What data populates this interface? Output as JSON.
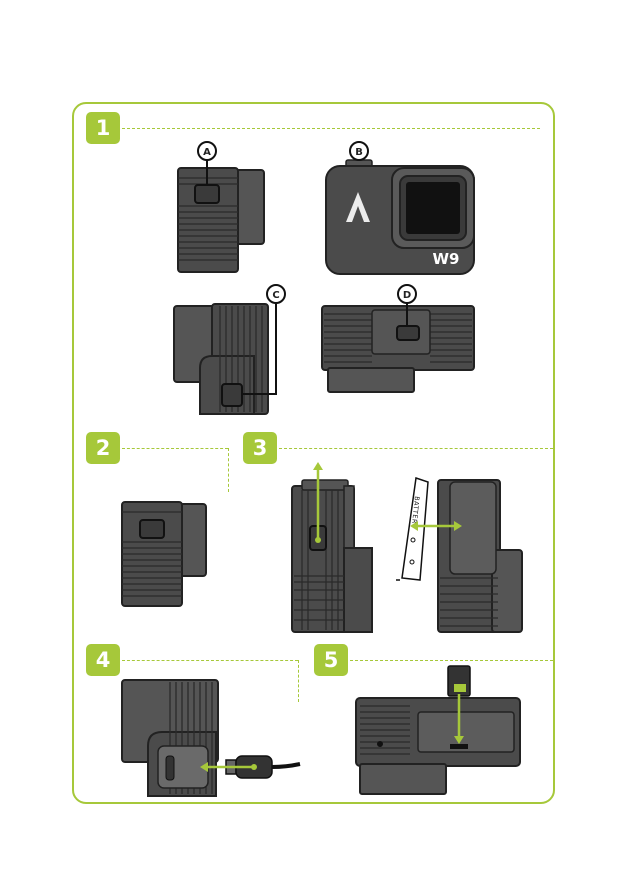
{
  "steps": [
    {
      "number": "1"
    },
    {
      "number": "2"
    },
    {
      "number": "3"
    },
    {
      "number": "4"
    },
    {
      "number": "5"
    }
  ],
  "callouts": {
    "a": "A",
    "b": "B",
    "c": "C",
    "d": "D"
  },
  "camera": {
    "model_label": "W9",
    "battery_label": "BATTERY"
  },
  "colors": {
    "accent": "#a6c83a",
    "camera_body": "#4b4b4b",
    "camera_dark": "#2b2b2b",
    "lens": "#111111"
  }
}
